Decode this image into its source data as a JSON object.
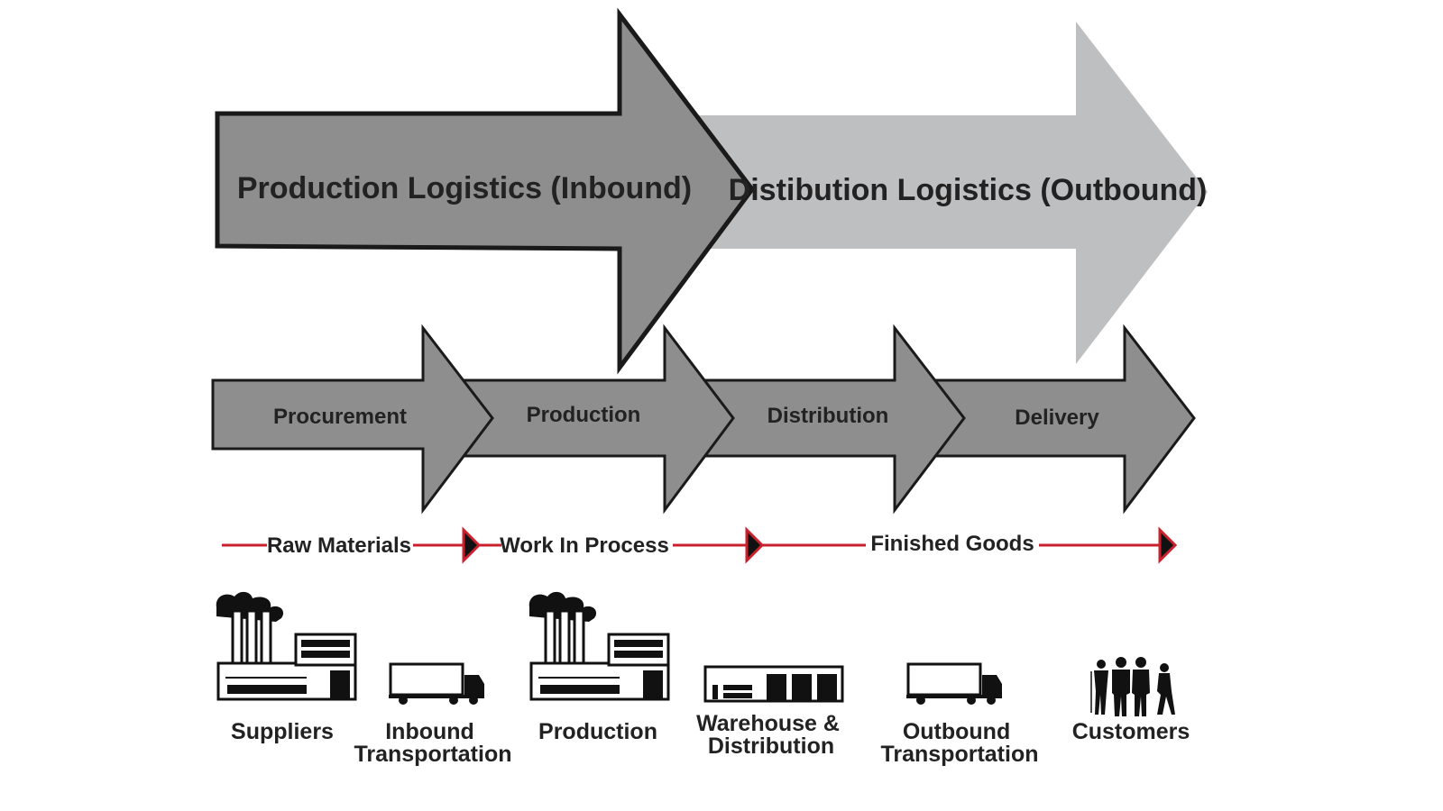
{
  "colors": {
    "inbound_arrow": "#8f8e8f",
    "outbound_arrow": "#bebfc0",
    "stage_arrow": "#8f8e8f",
    "outline": "#1a1a1a",
    "flow_line": "#c8202c",
    "icon": "#111111",
    "background": "#ffffff"
  },
  "logistics": {
    "inbound": "Production Logistics (Inbound)",
    "outbound": "Distibution Logistics (Outbound)"
  },
  "stages": [
    "Procurement",
    "Production",
    "Distribution",
    "Delivery"
  ],
  "flow": [
    "Raw Materials",
    "Work In Process",
    "Finished Goods"
  ],
  "entities": [
    {
      "icon": "factory-icon",
      "lines": [
        "Suppliers"
      ]
    },
    {
      "icon": "truck-icon",
      "lines": [
        "Inbound",
        "Transportation"
      ]
    },
    {
      "icon": "factory-icon",
      "lines": [
        "Production"
      ]
    },
    {
      "icon": "warehouse-icon",
      "lines": [
        "Warehouse &",
        "Distribution"
      ]
    },
    {
      "icon": "truck-icon",
      "lines": [
        "Outbound",
        "Transportation"
      ]
    },
    {
      "icon": "customers-icon",
      "lines": [
        "Customers"
      ]
    }
  ]
}
